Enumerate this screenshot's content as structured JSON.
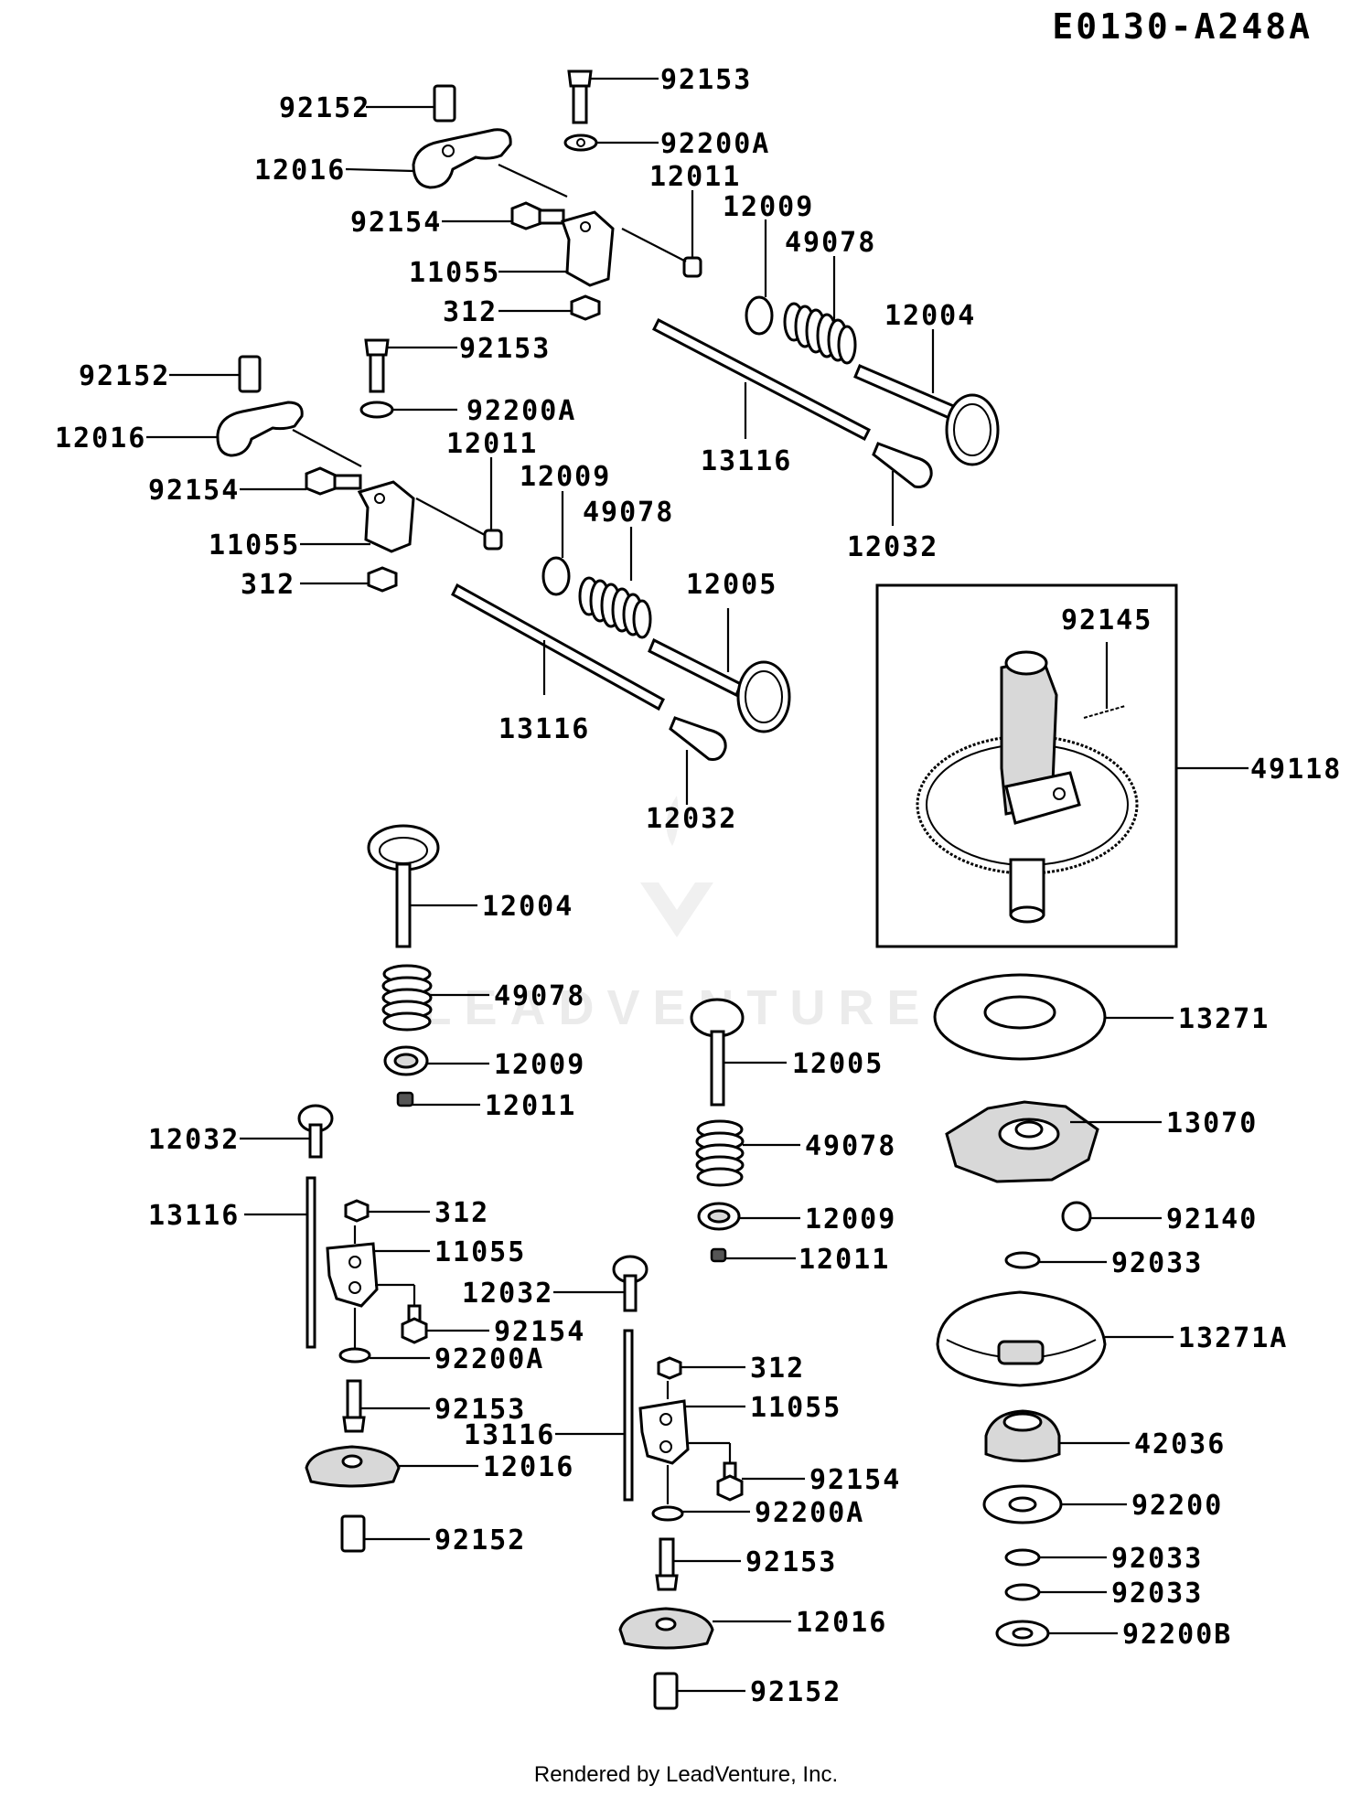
{
  "diagram_id": "E0130-A248A",
  "footer": "Rendered by LeadVenture, Inc.",
  "watermark": "LEADVENTURE",
  "callouts": [
    {
      "key": "c1",
      "text": "92152"
    },
    {
      "key": "c2",
      "text": "12016"
    },
    {
      "key": "c3",
      "text": "92153"
    },
    {
      "key": "c4",
      "text": "92200A"
    },
    {
      "key": "c5",
      "text": "12011"
    },
    {
      "key": "c6",
      "text": "92154"
    },
    {
      "key": "c7",
      "text": "11055"
    },
    {
      "key": "c8",
      "text": "312"
    },
    {
      "key": "c9",
      "text": "12009"
    },
    {
      "key": "c10",
      "text": "49078"
    },
    {
      "key": "c11",
      "text": "12004"
    },
    {
      "key": "c12",
      "text": "13116"
    },
    {
      "key": "c13",
      "text": "12032"
    },
    {
      "key": "c14",
      "text": "92152"
    },
    {
      "key": "c15",
      "text": "12016"
    },
    {
      "key": "c16",
      "text": "92153"
    },
    {
      "key": "c17",
      "text": "92200A"
    },
    {
      "key": "c18",
      "text": "12011"
    },
    {
      "key": "c19",
      "text": "92154"
    },
    {
      "key": "c20",
      "text": "11055"
    },
    {
      "key": "c21",
      "text": "312"
    },
    {
      "key": "c22",
      "text": "12009"
    },
    {
      "key": "c23",
      "text": "49078"
    },
    {
      "key": "c24",
      "text": "12005"
    },
    {
      "key": "c25",
      "text": "13116"
    },
    {
      "key": "c26",
      "text": "12032"
    },
    {
      "key": "c27",
      "text": "92145"
    },
    {
      "key": "c28",
      "text": "49118"
    },
    {
      "key": "c29",
      "text": "12004"
    },
    {
      "key": "c30",
      "text": "49078"
    },
    {
      "key": "c31",
      "text": "12009"
    },
    {
      "key": "c32",
      "text": "12011"
    },
    {
      "key": "c33",
      "text": "12005"
    },
    {
      "key": "c34",
      "text": "49078"
    },
    {
      "key": "c35",
      "text": "12009"
    },
    {
      "key": "c36",
      "text": "12011"
    },
    {
      "key": "c37",
      "text": "13271"
    },
    {
      "key": "c38",
      "text": "13070"
    },
    {
      "key": "c39",
      "text": "92140"
    },
    {
      "key": "c40",
      "text": "92033"
    },
    {
      "key": "c41",
      "text": "13271A"
    },
    {
      "key": "c42",
      "text": "42036"
    },
    {
      "key": "c43",
      "text": "92200"
    },
    {
      "key": "c44",
      "text": "92033"
    },
    {
      "key": "c45",
      "text": "92033"
    },
    {
      "key": "c46",
      "text": "92200B"
    },
    {
      "key": "c47",
      "text": "12032"
    },
    {
      "key": "c48",
      "text": "13116"
    },
    {
      "key": "c49",
      "text": "312"
    },
    {
      "key": "c50",
      "text": "11055"
    },
    {
      "key": "c51",
      "text": "92154"
    },
    {
      "key": "c52",
      "text": "92200A"
    },
    {
      "key": "c53",
      "text": "92153"
    },
    {
      "key": "c54",
      "text": "12016"
    },
    {
      "key": "c55",
      "text": "92152"
    },
    {
      "key": "c56",
      "text": "12032"
    },
    {
      "key": "c57",
      "text": "13116"
    },
    {
      "key": "c58",
      "text": "312"
    },
    {
      "key": "c59",
      "text": "11055"
    },
    {
      "key": "c60",
      "text": "92154"
    },
    {
      "key": "c61",
      "text": "92200A"
    },
    {
      "key": "c62",
      "text": "92153"
    },
    {
      "key": "c63",
      "text": "12016"
    },
    {
      "key": "c64",
      "text": "92152"
    }
  ]
}
